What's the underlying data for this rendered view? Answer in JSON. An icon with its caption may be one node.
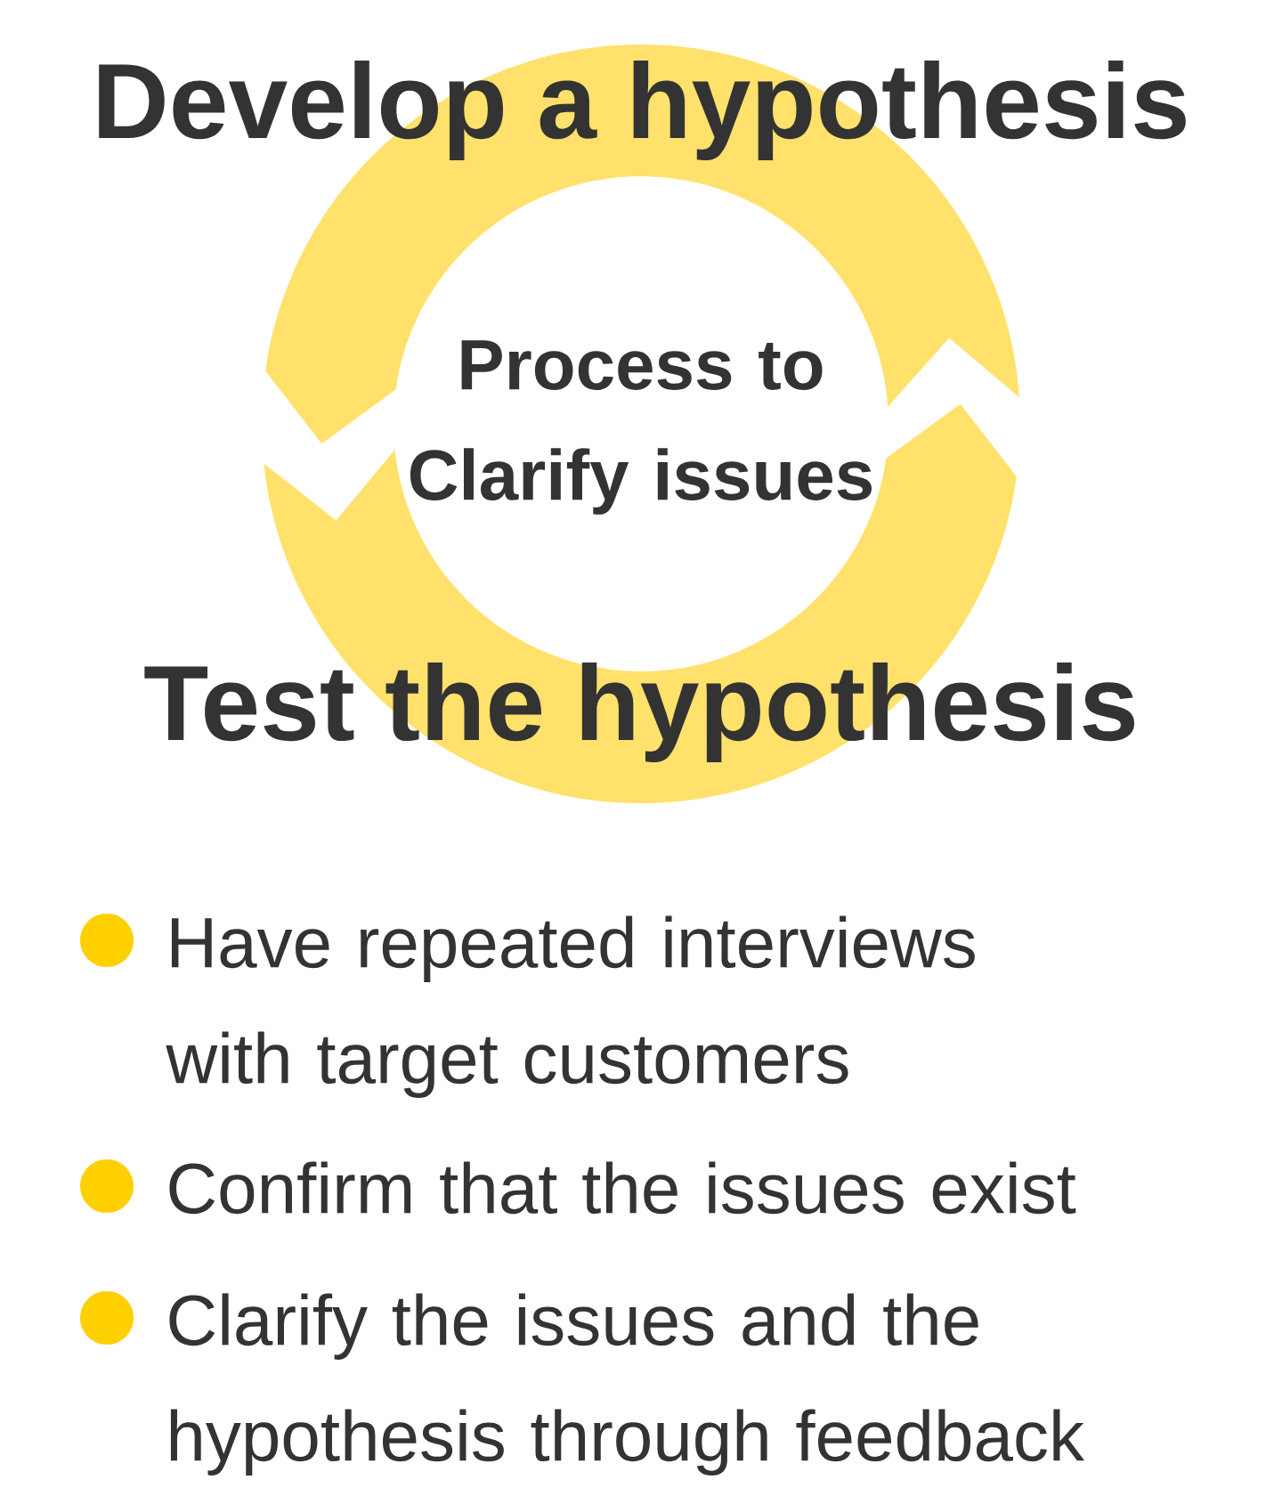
{
  "diagram": {
    "nodes": [
      {
        "text": [
          "Develop a hypothesis"
        ]
      },
      {
        "text": [
          "Test the hypothesis"
        ]
      },
      {
        "text": [
          "Process to Clarify issues"
        ]
      }
    ],
    "edges": [
      {
        "from": 0,
        "to": 1,
        "arrow": "to"
      },
      {
        "from": 1,
        "to": 0,
        "arrow": "to"
      }
    ],
    "labels": [
      "Have repeated interviews with target customers",
      "Confirm that the issues exist",
      "Clarify the issues and the hypothesis through feedback"
    ]
  }
}
